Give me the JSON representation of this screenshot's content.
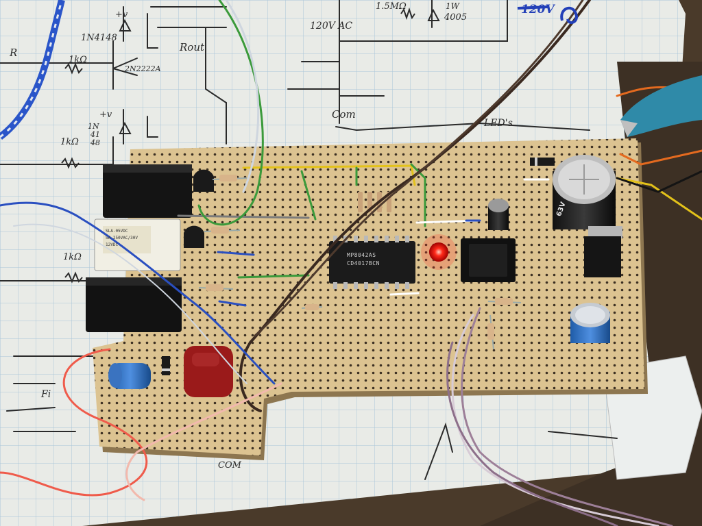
{
  "scene": {
    "colors": {
      "paper": "#e9ebe7",
      "grid": "#a9c6d9",
      "board": "#dcc391",
      "led": "#ff2a1a",
      "ic": "#1b1b1b"
    },
    "notes": {
      "diode_top": "1N4148",
      "transistor_top": "2N2222A",
      "resistor_top": "1kΩ",
      "r_out": "Rout",
      "left_r": "R",
      "tv_top": "+v",
      "tv_mid": "+v",
      "diode_mid_1": "1N",
      "diode_mid_2": "41",
      "diode_mid_3": "48",
      "resistor_mid": "1kΩ",
      "resistor_left": "1kΩ",
      "vac": "120V AC",
      "com_top": "Com",
      "resistor_hi": "1.5MΩ",
      "diode_hi": "1W",
      "diode_part": "4005",
      "voltage_blue": "120V",
      "leds": "LED's",
      "com_bottom": "COM",
      "fi": "Fi"
    },
    "chips": {
      "main_ic_1": "MP8042AS",
      "main_ic_2": "CD4017BCN"
    },
    "relay_top": {
      "line1": "SLA-05VDC",
      "line2": "5A 250VAC/30V",
      "line3": "12VDC"
    },
    "capacitor": {
      "marking": "63V"
    }
  }
}
